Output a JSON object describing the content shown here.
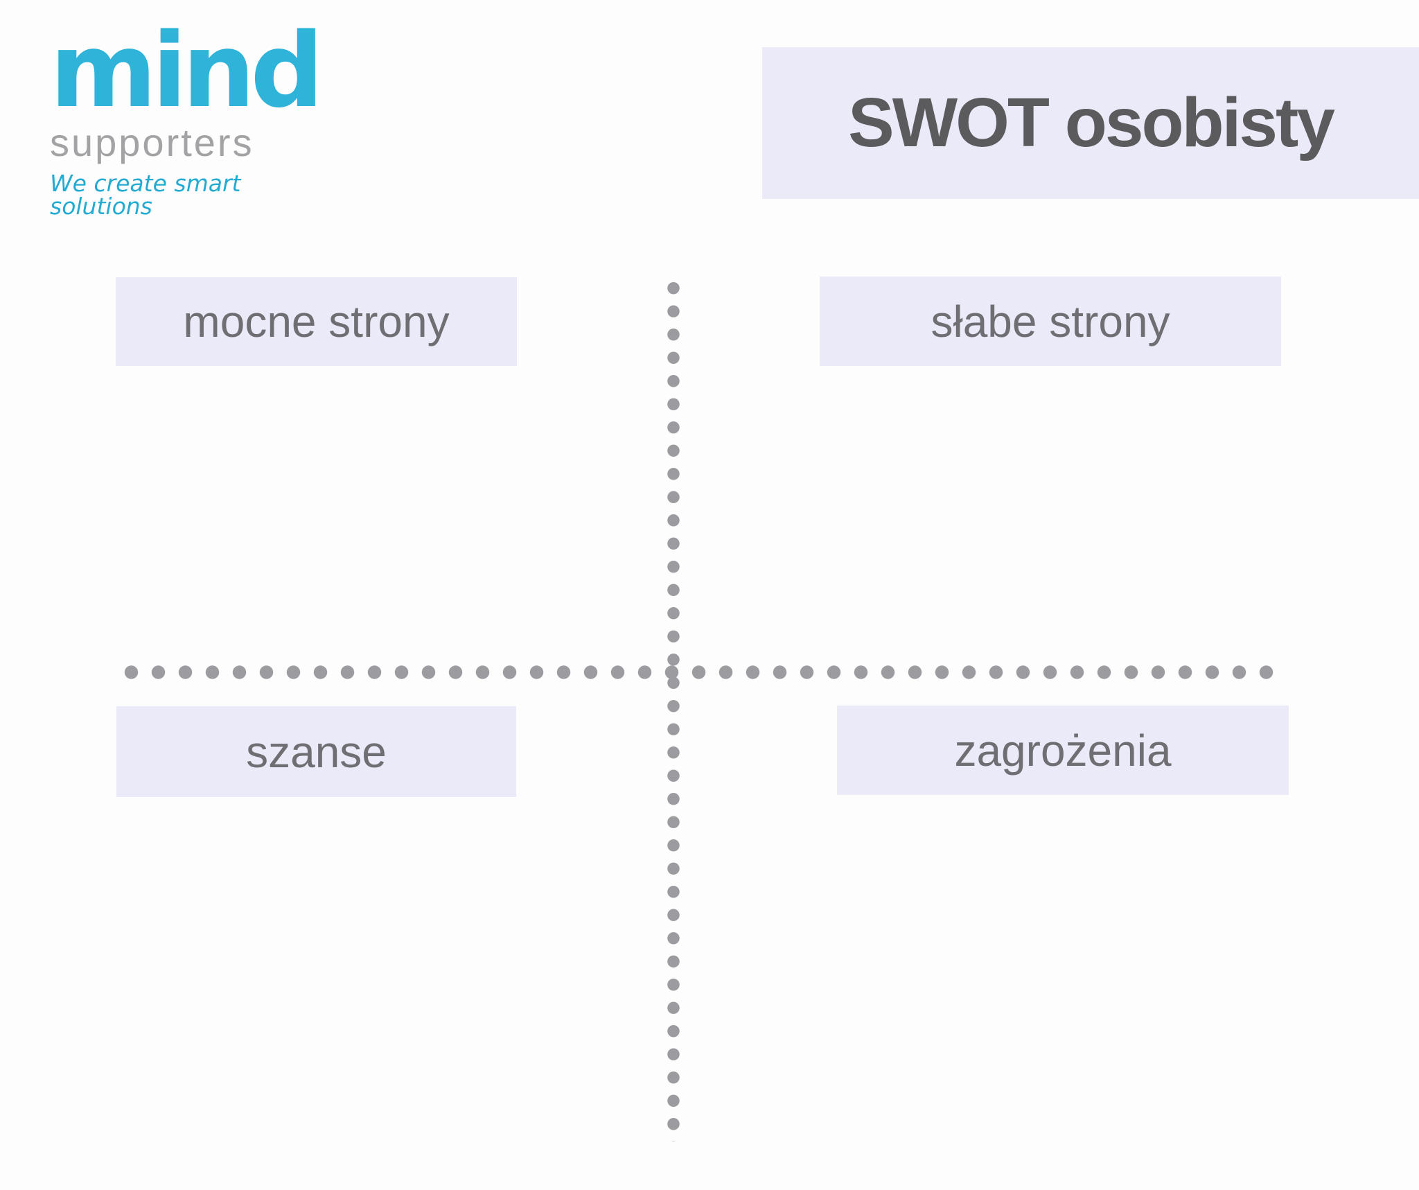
{
  "logo": {
    "brand": "mind",
    "subtitle": "supporters",
    "tagline": "We create smart solutions",
    "brand_color": "#2FB3D8",
    "subtitle_color": "#A3A3A6",
    "tagline_color": "#25ABD2"
  },
  "header": {
    "title": "SWOT osobisty"
  },
  "matrix": {
    "top_left_label": "mocne strony",
    "top_right_label": "słabe strony",
    "bottom_left_label": "szanse",
    "bottom_right_label": "zagrożenia"
  },
  "colors": {
    "label_panel_bg": "#EAEAF9",
    "axis_dot": "#9C9CA0",
    "title_text": "#5B5B5E",
    "label_text": "#6F6F73"
  }
}
